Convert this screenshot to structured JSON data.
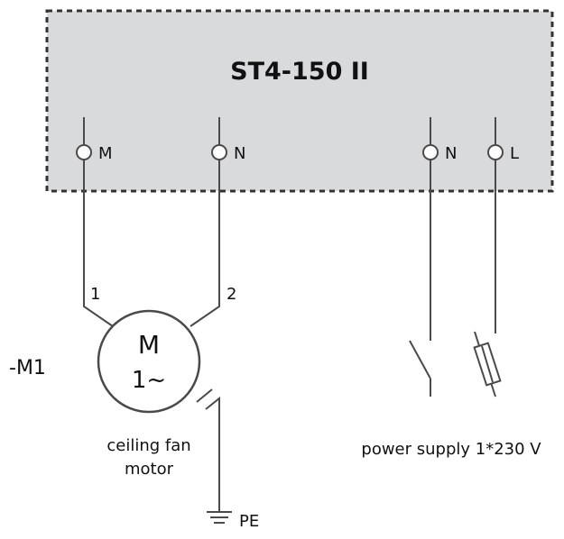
{
  "controller": {
    "title": "ST4-150 II",
    "fill": "#d8dadc",
    "border": "#333333",
    "terminals": [
      "M",
      "N",
      "N",
      "L"
    ]
  },
  "motor": {
    "designation": "-M1",
    "symbol": "M",
    "phase": "1~",
    "terminal_1": "1",
    "terminal_2": "2",
    "caption_line1": "ceiling fan",
    "caption_line2": "motor",
    "earth_label": "PE"
  },
  "supply": {
    "label": "power supply 1*230 V"
  },
  "colors": {
    "wire": "#4a4a4a",
    "text": "#111111"
  }
}
